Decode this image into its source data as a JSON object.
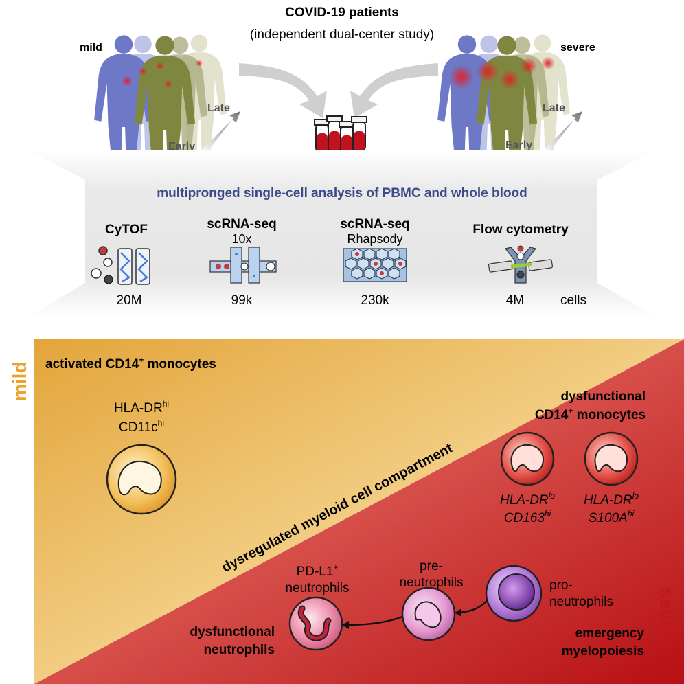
{
  "header": {
    "title": "COVID-19 patients",
    "subtitle": "(independent dual-center study)",
    "mild_label": "mild",
    "severe_label": "severe",
    "late_label": "Late",
    "early_label": "Early"
  },
  "analysis": {
    "heading": "multipronged single-cell analysis of PBMC and whole blood",
    "methods": [
      {
        "name": "CyTOF",
        "sub": "",
        "count": "20M"
      },
      {
        "name": "scRNA-seq",
        "sub": "10x",
        "count": "99k"
      },
      {
        "name": "scRNA-seq",
        "sub": "Rhapsody",
        "count": "230k"
      },
      {
        "name": "Flow cytometry",
        "sub": "",
        "count": "4M"
      }
    ],
    "cells_unit": "cells"
  },
  "bottom": {
    "mild_side": "mild",
    "severe_side": "severe",
    "activated_title": "activated CD14",
    "activated_sup": "+",
    "activated_suffix": " monocytes",
    "hla_dr": "HLA-DR",
    "hla_dr_sup": "hi",
    "cd11c": "CD11c",
    "cd11c_sup": "hi",
    "diagonal_label": "dysregulated myeloid cell compartment",
    "dysfunctional_mono_line1": "dysfunctional",
    "dysfunctional_mono_line2": "CD14",
    "dysfunctional_mono_sup": "+",
    "dysfunctional_mono_suffix": " monocytes",
    "mono1_line1": "HLA-DR",
    "mono1_line1_sup": "lo",
    "mono1_line2": "CD163",
    "mono1_line2_sup": "hi",
    "mono2_line1": "HLA-DR",
    "mono2_line1_sup": "lo",
    "mono2_line2": "S100A",
    "mono2_line2_sup": "hi",
    "pdl1": "PD-L1",
    "pdl1_sup": "+",
    "pdl1_line2": "neutrophils",
    "pre_line1": "pre-",
    "pre_line2": "neutrophils",
    "pro_line1": "pro-",
    "pro_line2": "neutrophils",
    "dysfunctional_neut_line1": "dysfunctional",
    "dysfunctional_neut_line2": "neutrophils",
    "emergency_line1": "emergency",
    "emergency_line2": "myelopoiesis"
  },
  "colors": {
    "mild_accent": "#e8a52e",
    "severe_accent": "#c0171b",
    "heading_blue": "#3b4a8a"
  }
}
